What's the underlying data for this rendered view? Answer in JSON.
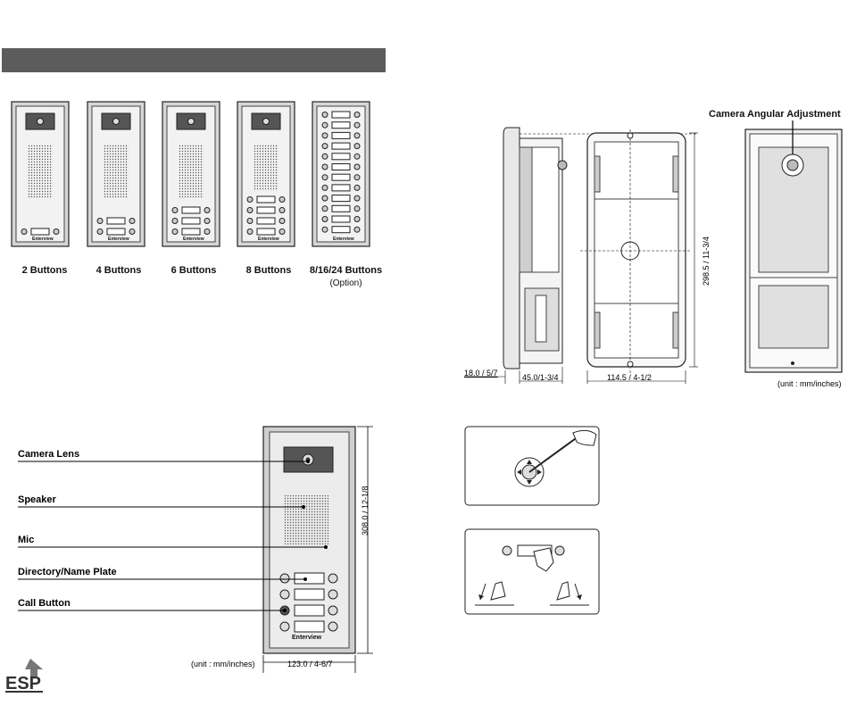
{
  "panels": [
    {
      "caption": "2 Buttons",
      "buttons": 2
    },
    {
      "caption": "4 Buttons",
      "buttons": 4
    },
    {
      "caption": "6 Buttons",
      "buttons": 6
    },
    {
      "caption": "8 Buttons",
      "buttons": 8
    },
    {
      "caption": "8/16/24 Buttons",
      "option": "(Option)",
      "buttons": 24
    }
  ],
  "brand_small": "Enterview",
  "parts": {
    "camera_lens": "Camera Lens",
    "speaker": "Speaker",
    "mic": "Mic",
    "directory": "Directory/Name Plate",
    "call_button": "Call Button",
    "brand": "Enterview"
  },
  "dimensions": {
    "height_front": "308.0 / 12-1/8",
    "width_front": "123.0 / 4-6/7",
    "unit_front": "(unit : mm/inches)",
    "side_a": "18.0 / 5/7",
    "side_b": "45.0/1-3/4",
    "width_back": "114.5 / 4-1/2",
    "height_back": "298.5 / 11-3/4",
    "unit_back": "(unit : mm/inches)"
  },
  "camera_adjust_label": "Camera Angular Adjustment",
  "logo": {
    "text": "ESP"
  }
}
